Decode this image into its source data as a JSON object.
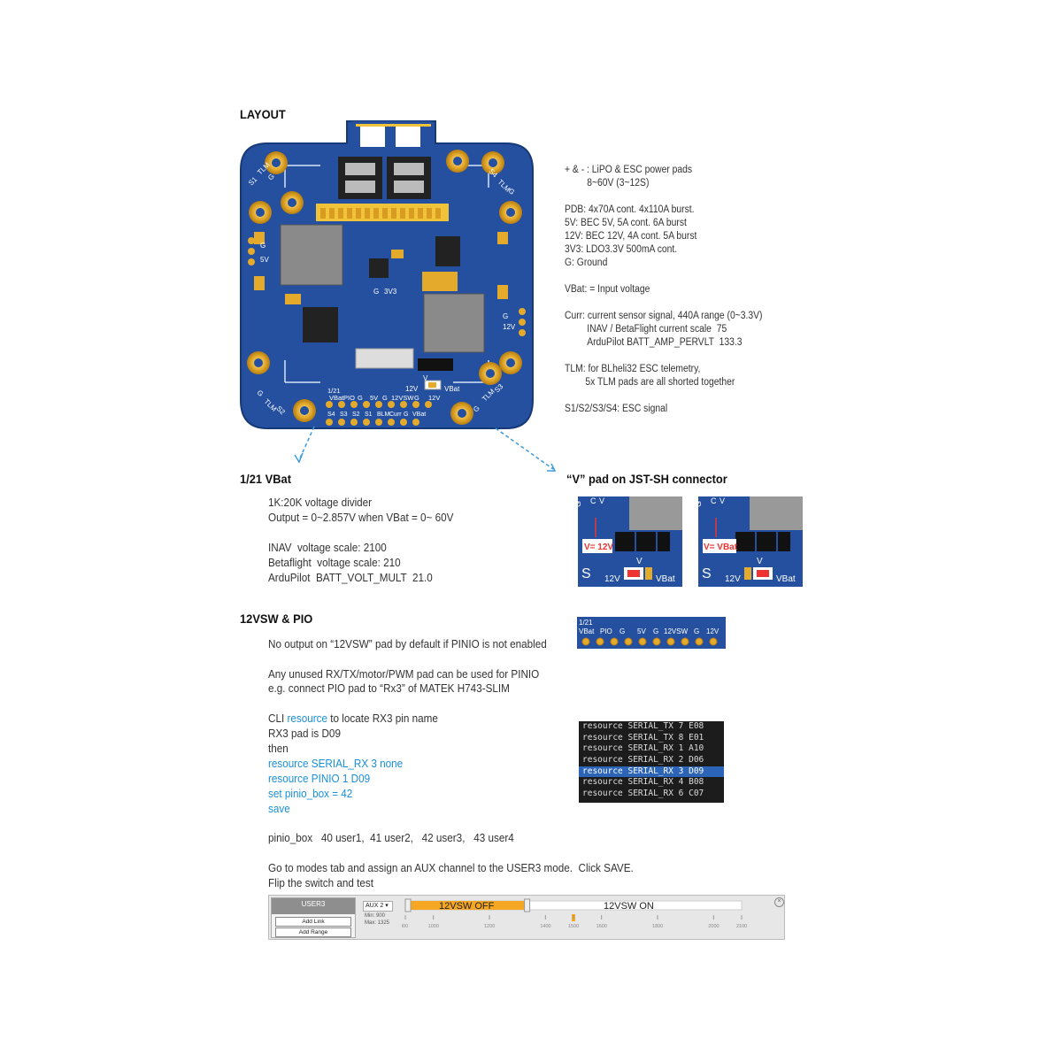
{
  "layout": {
    "heading": "LAYOUT"
  },
  "board": {
    "pad_labels": {
      "s1_top": "S1",
      "tlm_top": "TLM",
      "g_top": "G",
      "s4_top": "S4",
      "tlm_top_r": "TLM",
      "g_top_r": "G",
      "g_mid": "G",
      "v5_mid": "5V",
      "g_12": "G",
      "v12": "12V",
      "g_bot": "G",
      "tlm_bot": "TLM",
      "s2_bot": "S2",
      "s3_bot": "S3",
      "tlm_bot_r": "TLM",
      "g_bot_r": "G",
      "g_3v3": "G",
      "v3v3": "3V3",
      "v_label": "V",
      "v12_bottom": "12V",
      "vbat_bottom": "VBat"
    },
    "bottom_row_top": [
      "1/21",
      "VBat",
      "PIO",
      "G",
      "5V",
      "G",
      "12VSW",
      "G",
      "12V"
    ],
    "bottom_row_bottom": [
      "S4",
      "S3",
      "S2",
      "S1",
      "BLM",
      "Curr",
      "G",
      "VBat"
    ]
  },
  "specs": {
    "lines": [
      {
        "text": "+ & - : LiPO & ESC power pads",
        "indent": 0
      },
      {
        "text": "8~60V (3~12S)",
        "indent": 2
      },
      {
        "text": "",
        "indent": 0
      },
      {
        "text": "PDB: 4x70A cont. 4x110A burst.",
        "indent": 0
      },
      {
        "text": "5V: BEC 5V, 5A cont. 6A burst",
        "indent": 0
      },
      {
        "text": "12V: BEC 12V, 4A cont. 5A burst",
        "indent": 0
      },
      {
        "text": "3V3: LDO3.3V 500mA cont.",
        "indent": 0
      },
      {
        "text": "G: Ground",
        "indent": 0
      },
      {
        "text": "",
        "indent": 0
      },
      {
        "text": "VBat: = Input voltage",
        "indent": 0
      },
      {
        "text": "",
        "indent": 0
      },
      {
        "text": "Curr: current sensor signal, 440A range (0~3.3V)",
        "indent": 0
      },
      {
        "text": "INAV / BetaFlight current scale  75",
        "indent": 2
      },
      {
        "text": "ArduPilot BATT_AMP_PERVLT  133.3",
        "indent": 2
      },
      {
        "text": "",
        "indent": 0
      },
      {
        "text": "TLM: for BLheli32 ESC telemetry,",
        "indent": 0
      },
      {
        "text": "5x TLM pads are all shorted together",
        "indent": 3
      },
      {
        "text": "",
        "indent": 0
      },
      {
        "text": "S1/S2/S3/S4: ESC signal",
        "indent": 0
      }
    ]
  },
  "vbat_section": {
    "heading": "1/21 VBat",
    "lines": [
      "1K:20K voltage divider",
      "Output = 0~2.857V when VBat = 0~ 60V",
      "",
      "INAV  voltage scale: 2100",
      "Betaflight  voltage scale: 210",
      "ArduPilot  BATT_VOLT_MULT  21.0"
    ]
  },
  "v_pad_section": {
    "heading": "“V” pad on JST-SH connector",
    "left_label": "V= 12V",
    "right_label": "V= VBat",
    "v_letter": "V",
    "v12": "12V",
    "vbat": "VBat",
    "s_letter": "S",
    "pad_g": "G",
    "pad_c": "C",
    "pad_v": "V"
  },
  "pio_section": {
    "heading": "12VSW & PIO",
    "line1": "No output on “12VSW” pad by default if PINIO is not enabled",
    "line2": "Any unused RX/TX/motor/PWM pad can be used for PINIO",
    "line3": "e.g. connect PIO pad to “Rx3” of MATEK H743-SLIM",
    "cli_prefix": "CLI",
    "cli_cmd": "resource",
    "cli_suffix": " to locate RX3 pin name",
    "rx3": "RX3 pad is D09",
    "then": "then",
    "cmds": [
      "resource SERIAL_RX 3 none",
      "resource PINIO 1 D09",
      "set pinio_box = 42",
      "save"
    ],
    "pinio_box": "pinio_box   40 user1,  41 user2,   42 user3,   43 user4",
    "goto1": "Go to modes tab and assign an AUX channel to the USER3 mode.  Click SAVE.",
    "goto2": "Flip the switch and test"
  },
  "strip": {
    "top_labels": [
      "1/21",
      "VBat",
      "PIO",
      "G",
      "5V",
      "G",
      "12VSW",
      "G",
      "12V"
    ]
  },
  "terminal": {
    "rows": [
      {
        "text": "resource SERIAL_TX 7 E08",
        "selected": false
      },
      {
        "text": "resource SERIAL_TX 8 E01",
        "selected": false
      },
      {
        "text": "resource SERIAL_RX 1 A10",
        "selected": false
      },
      {
        "text": "resource SERIAL_RX 2 D06",
        "selected": false
      },
      {
        "text": "resource SERIAL_RX 3 D09",
        "selected": true
      },
      {
        "text": "resource SERIAL_RX 4 B08",
        "selected": false
      },
      {
        "text": "resource SERIAL_RX 6 C07",
        "selected": false
      }
    ]
  },
  "modes": {
    "mode_name": "USER3",
    "add_link": "Add Link",
    "add_range": "Add Range",
    "aux_select": "AUX 2",
    "min_label": "Min: 900",
    "max_label": "Max: 1325",
    "off_label": "12VSW OFF",
    "on_label": "12VSW ON",
    "ticks": [
      "900",
      "1000",
      "1200",
      "1400",
      "1500",
      "1600",
      "1800",
      "2000",
      "2100"
    ],
    "range_min": 900,
    "range_max": 1325,
    "current_value": 1500,
    "close_icon": "close-icon"
  },
  "colors": {
    "pcb_blue": "#1f4d9e",
    "pad_gold": "#e0a526",
    "accent_blue": "#1a8fd8",
    "orange_bar": "#f5a623"
  }
}
